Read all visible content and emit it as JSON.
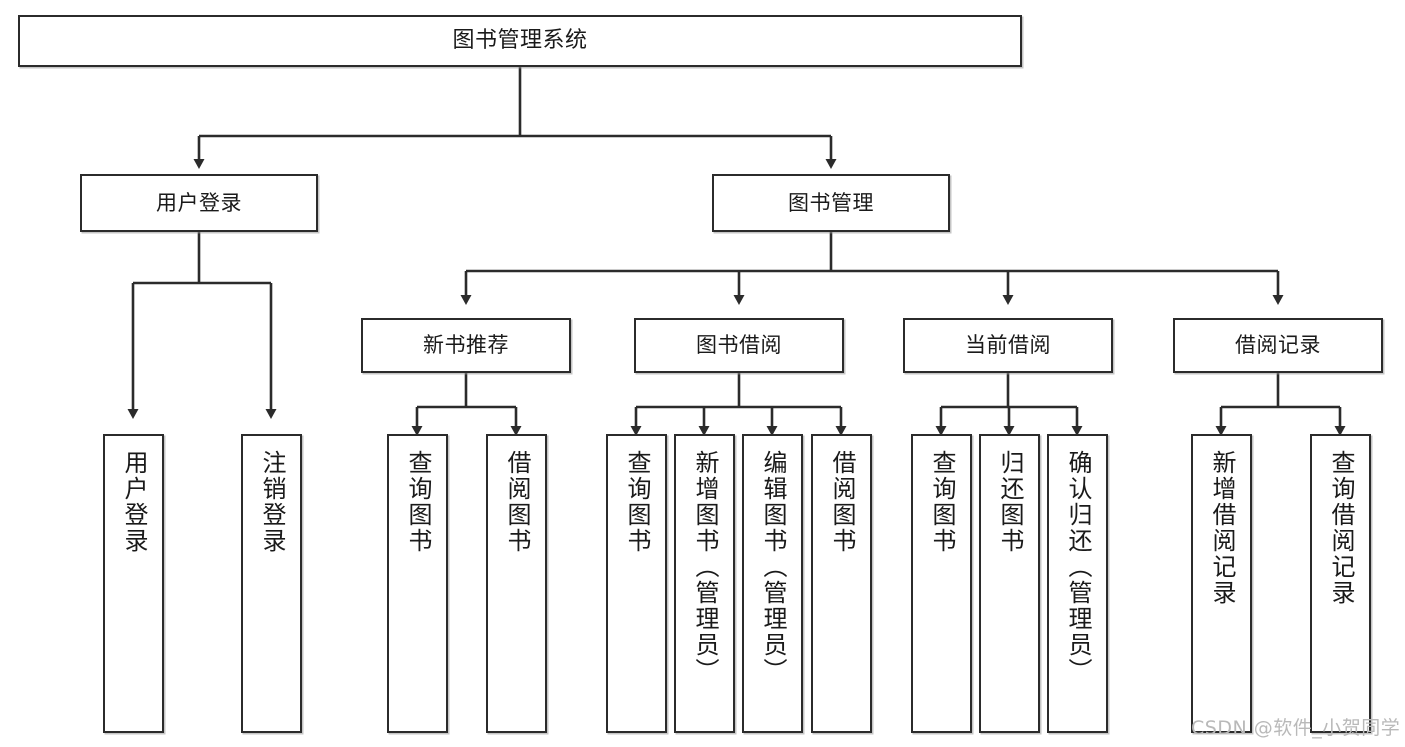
{
  "diagram": {
    "title": "图书管理系统",
    "type": "hierarchy-tree",
    "orientation": "top-down",
    "levels": 4,
    "colors": {
      "background": "#ffffff",
      "node_fill": "#ffffff",
      "node_border": "#2b2b2b",
      "edge": "#2b2b2b",
      "text": "#1a1a1a",
      "watermark": "#b9b9b9"
    }
  },
  "watermark": {
    "text": "CSDN @软件_小贺同学"
  },
  "nodes": {
    "root": {
      "label": "图书管理系统",
      "level": 1
    },
    "l2": [
      {
        "id": "user-login",
        "label": "用户登录",
        "level": 2
      },
      {
        "id": "book-manage",
        "label": "图书管理",
        "level": 2
      }
    ],
    "l3": [
      {
        "id": "new-book-recommend",
        "label": "新书推荐",
        "level": 3,
        "parent": "book-manage"
      },
      {
        "id": "book-borrow",
        "label": "图书借阅",
        "level": 3,
        "parent": "book-manage"
      },
      {
        "id": "current-borrow",
        "label": "当前借阅",
        "level": 3,
        "parent": "book-manage"
      },
      {
        "id": "borrow-record",
        "label": "借阅记录",
        "level": 3,
        "parent": "book-manage"
      }
    ],
    "leaves": [
      {
        "id": "leaf-user-login",
        "label": "用户登录",
        "parent": "user-login"
      },
      {
        "id": "leaf-logout-login",
        "label": "注销登录",
        "parent": "user-login"
      },
      {
        "id": "leaf-query-book-1",
        "label": "查询图书",
        "parent": "new-book-recommend"
      },
      {
        "id": "leaf-borrow-book-1",
        "label": "借阅图书",
        "parent": "new-book-recommend"
      },
      {
        "id": "leaf-query-book-2",
        "label": "查询图书",
        "parent": "book-borrow"
      },
      {
        "id": "leaf-add-book",
        "label": "新增图书（管理员）",
        "parent": "book-borrow"
      },
      {
        "id": "leaf-edit-book",
        "label": "编辑图书（管理员）",
        "parent": "book-borrow"
      },
      {
        "id": "leaf-borrow-book-2",
        "label": "借阅图书",
        "parent": "book-borrow"
      },
      {
        "id": "leaf-query-book-3",
        "label": "查询图书",
        "parent": "current-borrow"
      },
      {
        "id": "leaf-return-book",
        "label": "归还图书",
        "parent": "current-borrow"
      },
      {
        "id": "leaf-confirm-return",
        "label": "确认归还（管理员）",
        "parent": "current-borrow"
      },
      {
        "id": "leaf-add-record",
        "label": "新增借阅记录",
        "parent": "borrow-record"
      },
      {
        "id": "leaf-query-record",
        "label": "查询借阅记录",
        "parent": "borrow-record"
      }
    ]
  }
}
